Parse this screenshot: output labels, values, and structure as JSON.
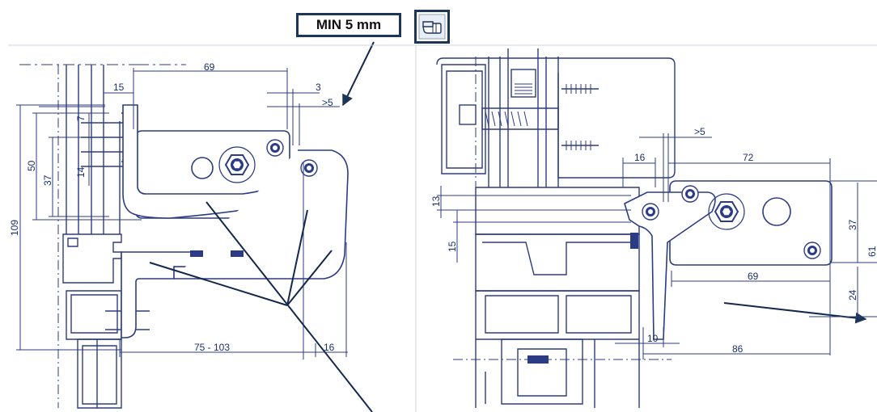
{
  "callout": {
    "text": "MIN 5 mm"
  },
  "icons": {
    "hand": "hand-pointing-icon",
    "screw": "screw-head-icon"
  },
  "colors": {
    "drawing": "#2b3c84",
    "callout_border": "#1d3557",
    "background": "#ffffff"
  },
  "left_view": {
    "dims": {
      "d69": "69",
      "d15": "15",
      "d3": "3",
      "d5": ">5",
      "d7": "7",
      "d50": "50",
      "d37": "37",
      "d14": "14",
      "d109": "109",
      "d75_103": "75 - 103",
      "d16": "16"
    }
  },
  "right_view": {
    "dims": {
      "d5": ">5",
      "d16": "16",
      "d72": "72",
      "d13": "13",
      "d15": "15",
      "d37": "37",
      "d61": "61",
      "d69": "69",
      "d24": "24",
      "d10": "10",
      "d86": "86"
    }
  }
}
